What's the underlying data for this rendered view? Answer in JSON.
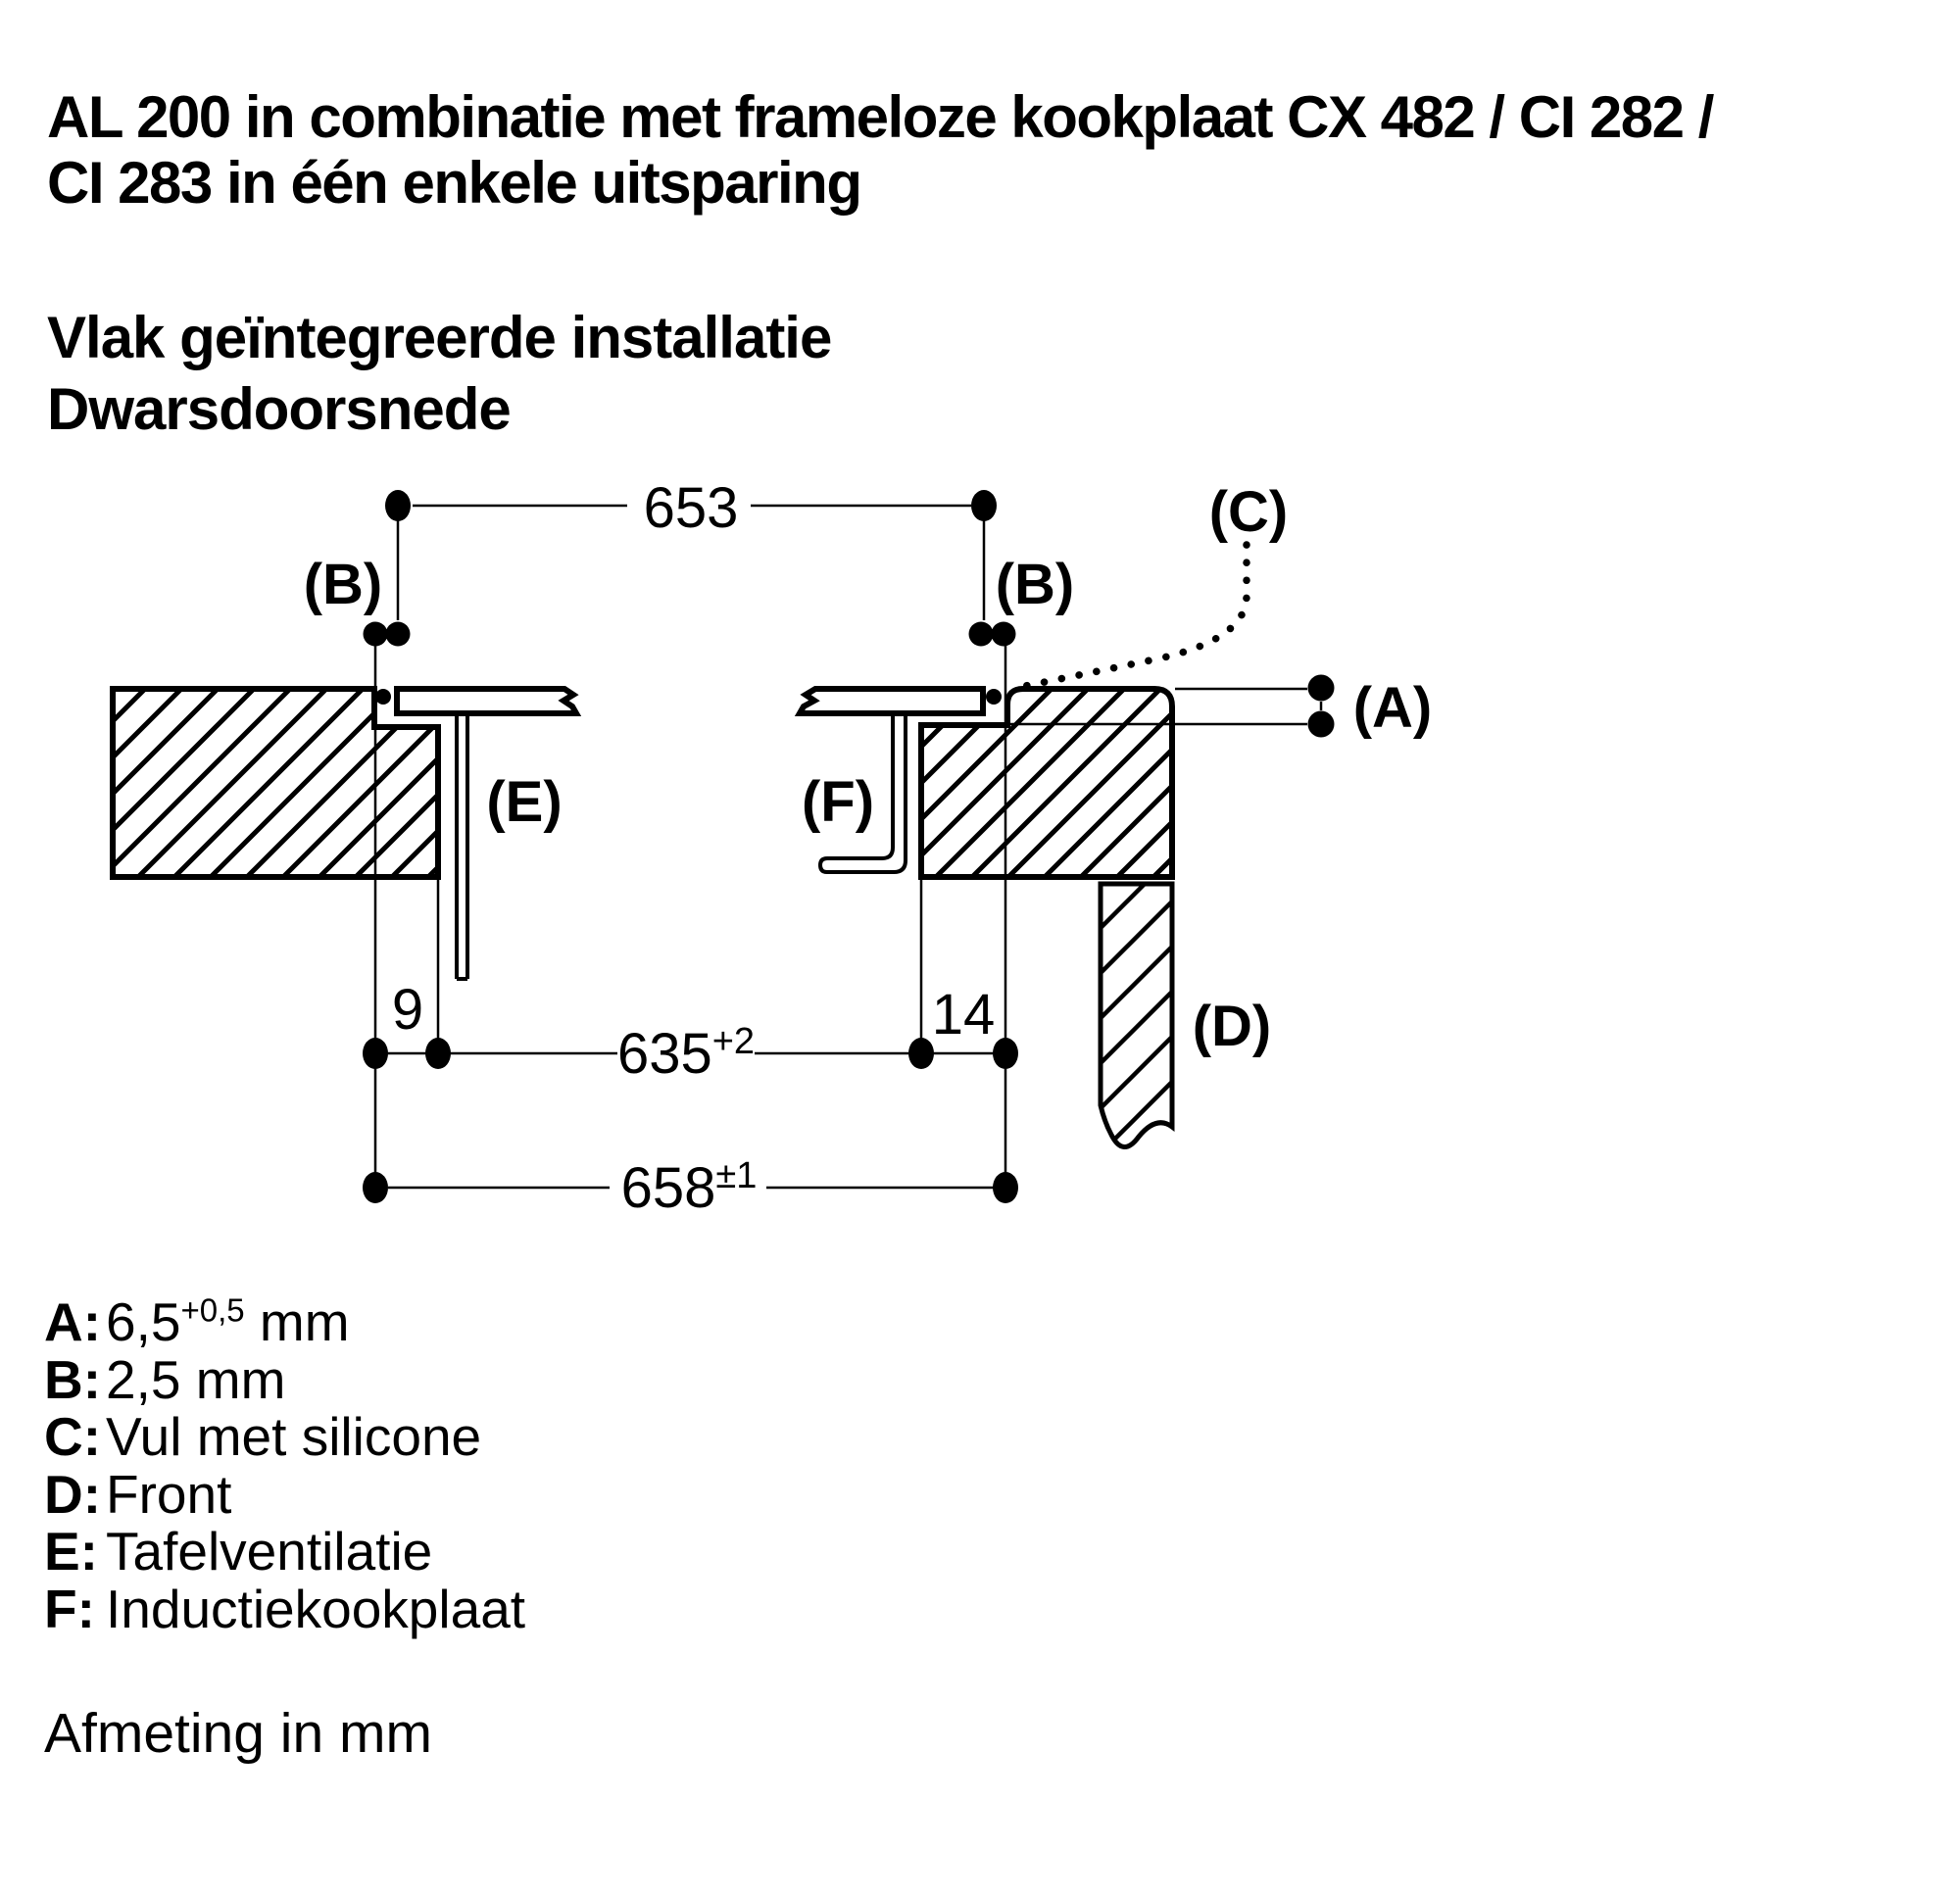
{
  "title": {
    "line1": "AL 200 in combinatie met frameloze kookplaat CX 482 / CI 282 /",
    "line2": "CI 283 in één enkele uitsparing"
  },
  "subtitle": {
    "line1": "Vlak geïntegreerde installatie",
    "line2": "Dwarsdoorsnede"
  },
  "diagram": {
    "dims": {
      "glass_width": {
        "value": "653"
      },
      "cutout_width": {
        "value": "635",
        "sup": "+2"
      },
      "recess_width": {
        "value": "658",
        "sup": "±1"
      },
      "left_ledge": {
        "value": "9"
      },
      "right_ledge": {
        "value": "14"
      }
    },
    "labels": {
      "a": "(A)",
      "b_left": "(B)",
      "b_right": "(B)",
      "c": "(C)",
      "d": "(D)",
      "e": "(E)",
      "f": "(F)"
    }
  },
  "legend": {
    "items": [
      {
        "key": "A:",
        "value_main": "6,5",
        "value_sup": "+0,5",
        "value_rest": " mm"
      },
      {
        "key": "B:",
        "value_main": "2,5",
        "value_sup": "",
        "value_rest": " mm"
      },
      {
        "key": "C:",
        "value_main": "Vul met silicone",
        "value_sup": "",
        "value_rest": ""
      },
      {
        "key": "D:",
        "value_main": "Front",
        "value_sup": "",
        "value_rest": ""
      },
      {
        "key": "E:",
        "value_main": "Tafelventilatie",
        "value_sup": "",
        "value_rest": ""
      },
      {
        "key": "F:",
        "value_main": "Inductiekookplaat",
        "value_sup": "",
        "value_rest": ""
      }
    ]
  },
  "footer": {
    "note": "Afmeting in mm"
  },
  "colors": {
    "ink": "#000000",
    "paper": "#ffffff"
  }
}
